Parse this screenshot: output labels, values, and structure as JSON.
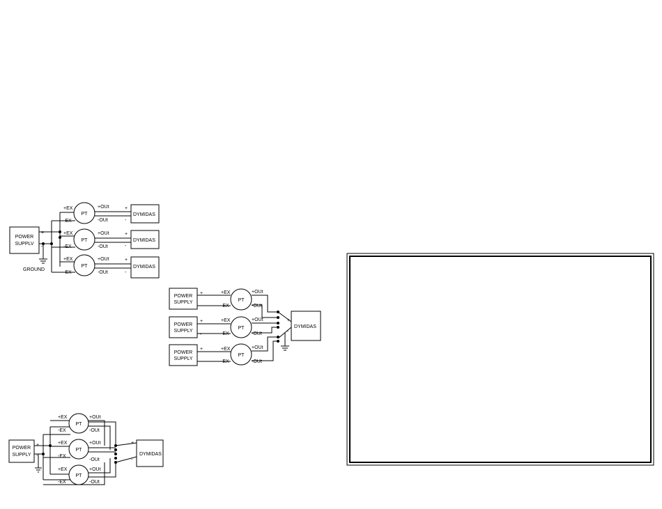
{
  "labels": {
    "power_supply_line1": "POWER",
    "power_supply_line2": "SUPPLY",
    "power_supply_line2_variant": "SUPPLV",
    "transducer": "PT",
    "daq": "DYMIDAS",
    "plus_ex": "+EX",
    "minus_ex": "-EX",
    "plus_out": "+OUt",
    "minus_out": "-OUt",
    "plus": "+",
    "minus": "-",
    "ground": "GROUND"
  }
}
